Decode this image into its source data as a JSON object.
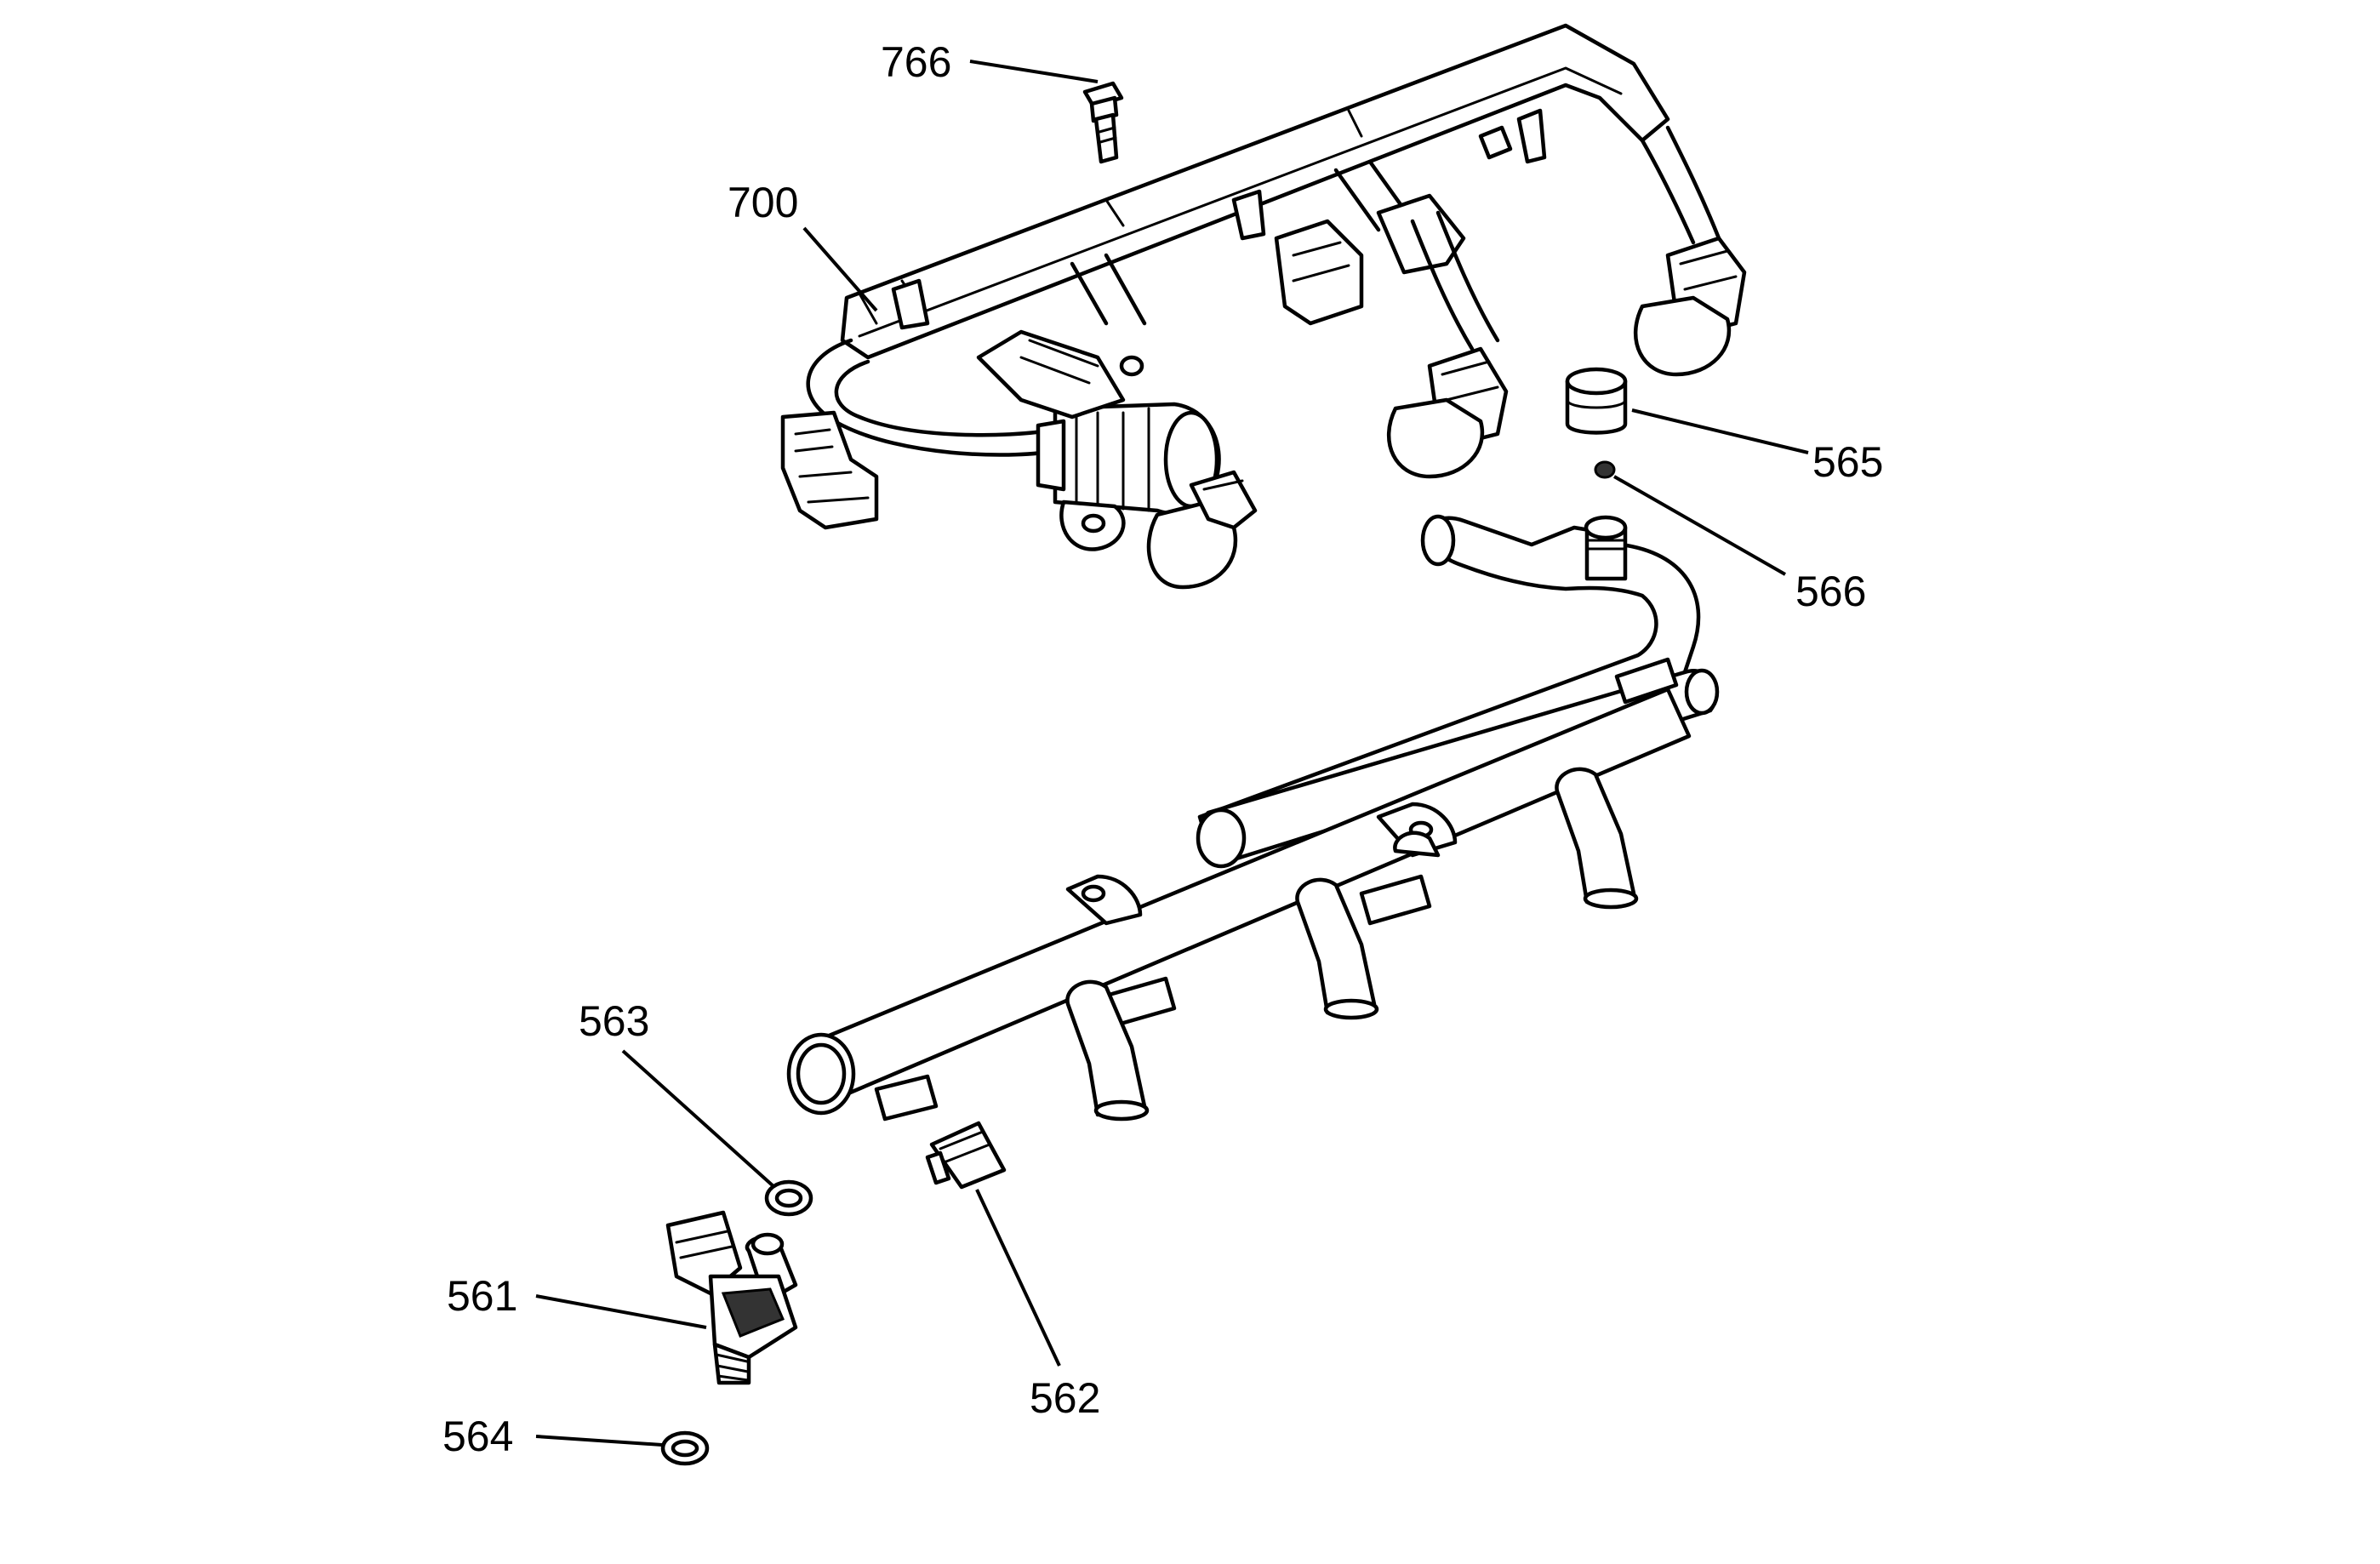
{
  "callouts": {
    "c766": "766",
    "c700": "700",
    "c565": "565",
    "c566": "566",
    "c563": "563",
    "c561": "561",
    "c564": "564",
    "c562": "562"
  }
}
